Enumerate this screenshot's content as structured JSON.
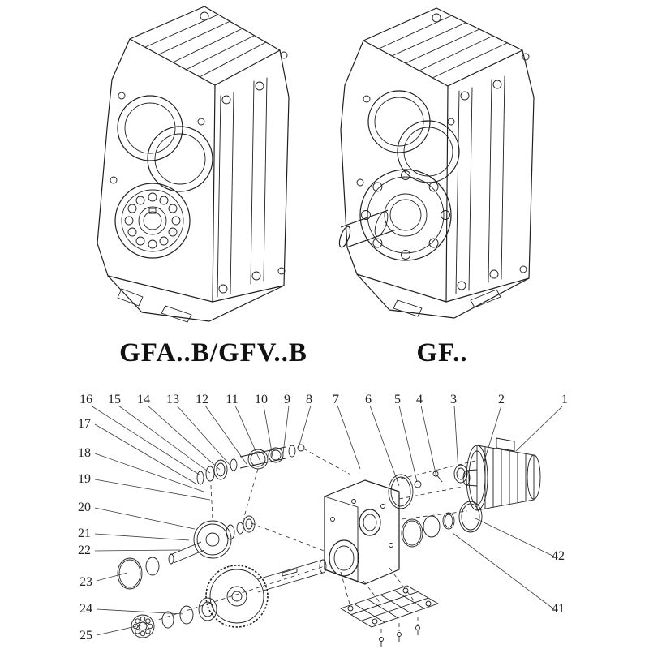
{
  "models": {
    "left": "GFA..B/GFV..B",
    "right": "GF.."
  },
  "exploded": {
    "callouts": [
      "16",
      "15",
      "14",
      "13",
      "12",
      "11",
      "10",
      "9",
      "8",
      "7",
      "6",
      "5",
      "4",
      "3",
      "2",
      "1",
      "17",
      "18",
      "19",
      "20",
      "21",
      "22",
      "23",
      "24",
      "25",
      "42",
      "41"
    ]
  },
  "colors": {
    "line": "#1f1f1f",
    "background": "#ffffff"
  }
}
